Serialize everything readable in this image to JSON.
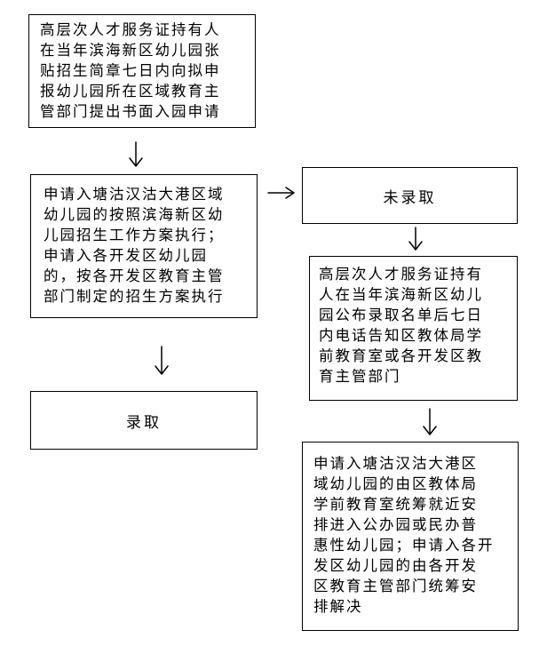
{
  "nodes": {
    "apply_submit": "高层次人才服务证持有人\n在当年滨海新区幼儿园张\n贴招生简章七日内向拟申\n报幼儿园所在区域教育主\n管部门提出书面入园申请",
    "process_rules": "申请入塘沽汉沽大港区域\n幼儿园的按照滨海新区幼\n儿园招生工作方案执行；\n申请入各开发区幼儿园\n的，按各开发区教育主管\n部门制定的招生方案执行",
    "admitted": "录取",
    "not_admitted": "未录取",
    "notify": "高层次人才服务证持有\n人在当年滨海新区幼儿\n园公布录取名单后七日\n内电话告知区教体局学\n前教育室或各开发区教\n育主管部门",
    "arrangement": "申请入塘沽汉沽大港区\n域幼儿园的由区教体局\n学前教育室统筹就近安\n排进入公办园或民办普\n惠性幼儿园；申请入各开\n发区幼儿园的由各开发\n区教育主管部门统筹安\n排解决"
  }
}
